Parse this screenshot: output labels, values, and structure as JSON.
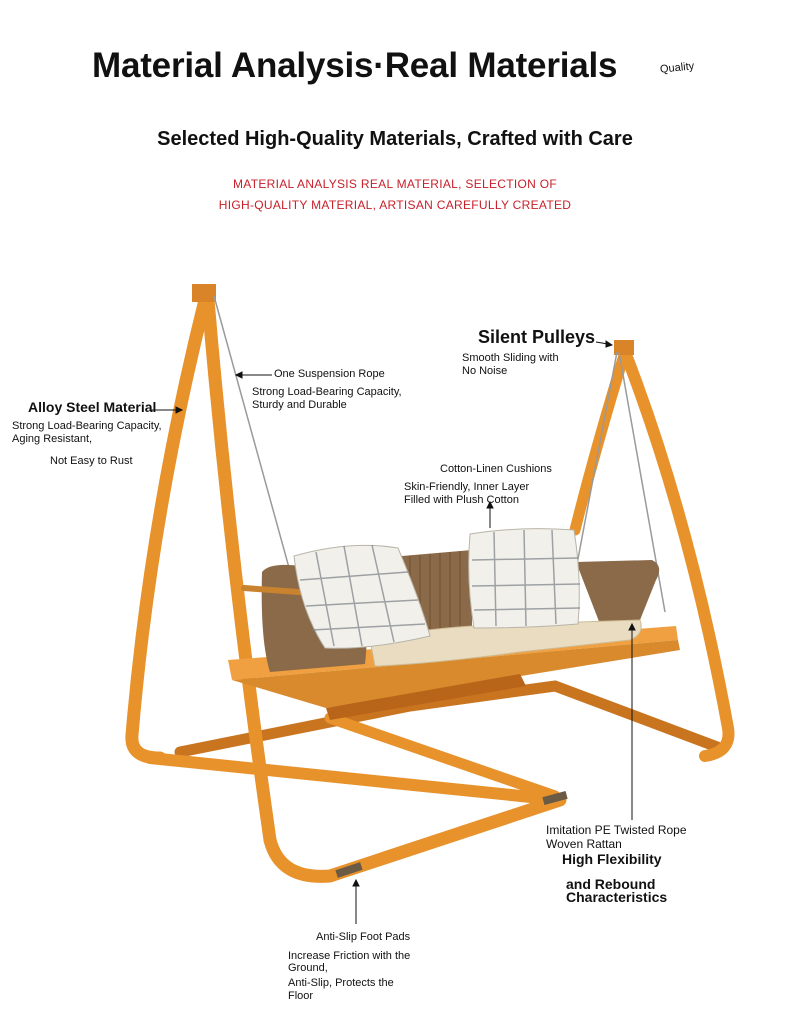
{
  "header": {
    "title": "Material Analysis·Real Materials",
    "quality_tag": "Quality",
    "subtitle": "Selected High-Quality Materials, Crafted with Care",
    "tagline_line1": "MATERIAL ANALYSIS REAL MATERIAL, SELECTION OF",
    "tagline_line2": "HIGH-QUALITY MATERIAL, ARTISAN CAREFULLY CREATED"
  },
  "callouts": {
    "alloy": {
      "heading": "Alloy Steel Material",
      "line1": "Strong Load-Bearing Capacity,",
      "line2": "Aging Resistant,",
      "line3": "Not Easy to Rust"
    },
    "rope": {
      "heading": "One Suspension Rope",
      "line1": "Strong Load-Bearing Capacity,",
      "line2": "Sturdy and Durable"
    },
    "pulleys": {
      "heading": "Silent Pulleys",
      "line1": "Smooth Sliding with",
      "line2": "No Noise"
    },
    "cushions": {
      "heading": "Cotton-Linen Cushions",
      "line1": "Skin-Friendly, Inner Layer",
      "line2": "Filled with Plush Cotton"
    },
    "rattan": {
      "line1": "Imitation PE Twisted Rope",
      "line2": "Woven Rattan",
      "line3": "High Flexibility",
      "line4": "and Rebound",
      "line5": "Characteristics"
    },
    "footpads": {
      "heading": "Anti-Slip Foot Pads",
      "line1": "Increase Friction with the",
      "line2": "Ground,",
      "line3": "Anti-Slip, Protects the",
      "line4": "Floor"
    }
  },
  "colors": {
    "frame": "#e8922c",
    "frame_dark": "#b8651a",
    "tagline": "#c8202a",
    "rattan": "#8a6a48",
    "cushion": "#e9dcc0",
    "wood": "#f0a040"
  }
}
